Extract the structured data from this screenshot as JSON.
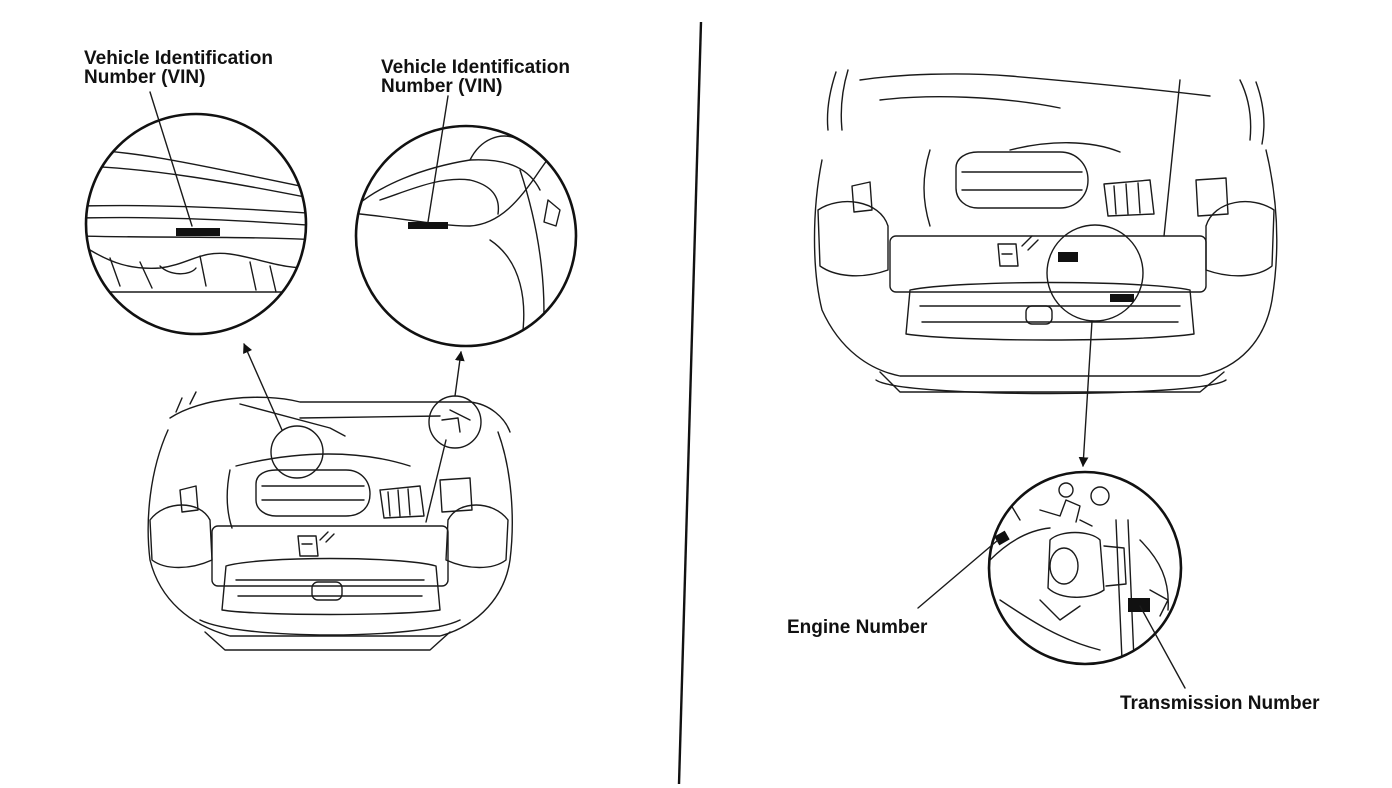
{
  "labels": {
    "vin_left_line1": "Vehicle Identification",
    "vin_left_line2": "Number (VIN)",
    "vin_right_line1": "Vehicle Identification",
    "vin_right_line2": "Number (VIN)",
    "engine_number": "Engine Number",
    "transmission_number": "Transmission Number"
  },
  "colors": {
    "line": "#1a1a1a",
    "background": "#ffffff",
    "label_plate": "#111111"
  },
  "icons": [
    "vehicle-front-engine-bay-drawing",
    "magnifier-circle",
    "pointer-arrow",
    "leader-line",
    "divider-line"
  ]
}
